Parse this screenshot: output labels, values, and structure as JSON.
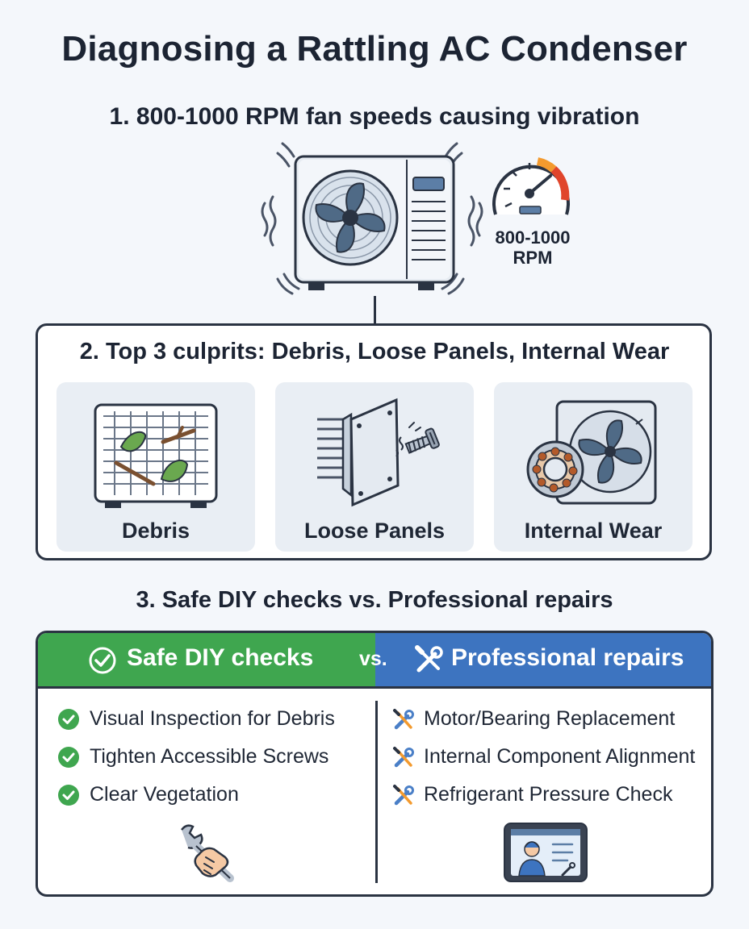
{
  "title": "Diagnosing a Rattling AC Condenser",
  "step1": {
    "heading": "1. 800-1000 RPM fan speeds causing vibration",
    "gauge_label": "800-1000\nRPM"
  },
  "step2": {
    "heading": "2. Top 3 culprits: Debris, Loose Panels, Internal Wear",
    "cards": [
      {
        "label": "Debris",
        "icon": "debris-condenser-icon"
      },
      {
        "label": "Loose Panels",
        "icon": "loose-panel-screw-icon"
      },
      {
        "label": "Internal Wear",
        "icon": "bearing-fan-icon"
      }
    ]
  },
  "step3": {
    "heading": "3. Safe DIY checks vs. Professional repairs",
    "diy": {
      "header": "Safe DIY checks",
      "items": [
        "Visual Inspection for Debris",
        "Tighten Accessible Screws",
        "Clear Vegetation"
      ]
    },
    "vs": "vs.",
    "pro": {
      "header": "Professional repairs",
      "items": [
        "Motor/Bearing Replacement",
        "Internal Component Alignment",
        "Refrigerant Pressure Check"
      ]
    }
  },
  "colors": {
    "diy_green": "#3fa64f",
    "pro_blue": "#3d74c0",
    "outline": "#2a3342",
    "gauge_red": "#e0452b",
    "gauge_orange": "#f39a2e"
  }
}
